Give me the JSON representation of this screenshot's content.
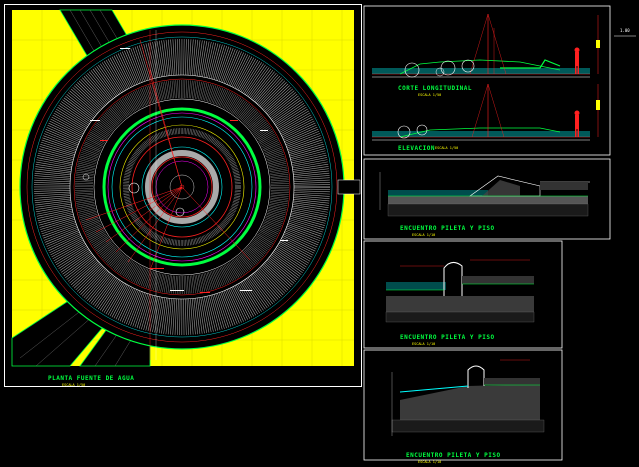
{
  "sheets": {
    "plan": {
      "title": "PLANTA FUENTE DE AGUA",
      "scale": "ESCALA 1/50"
    },
    "section": {
      "title": "CORTE LONGITUDINAL",
      "scale": "ESCALA 1/50"
    },
    "elevation": {
      "title": "ELEVACION",
      "scale": "ESCALA 1/50"
    },
    "detail1": {
      "title": "ENCUENTRO PILETA Y PISO",
      "scale": "ESCALA 1/10"
    },
    "detail2": {
      "title": "ENCUENTRO PILETA Y PISO",
      "scale": "ESCALA 1/10"
    },
    "detail3": {
      "title": "ENCUENTRO PILETA Y PISO",
      "scale": "ESCALA 1/10"
    }
  },
  "marker": "1.00",
  "colors": {
    "background": "#000000",
    "yellow_fill": "#ffff00",
    "outline": "#ffffff",
    "green": "#00ff40",
    "red": "#ff2020",
    "cyan": "#00ffff",
    "magenta": "#ff00ff"
  }
}
